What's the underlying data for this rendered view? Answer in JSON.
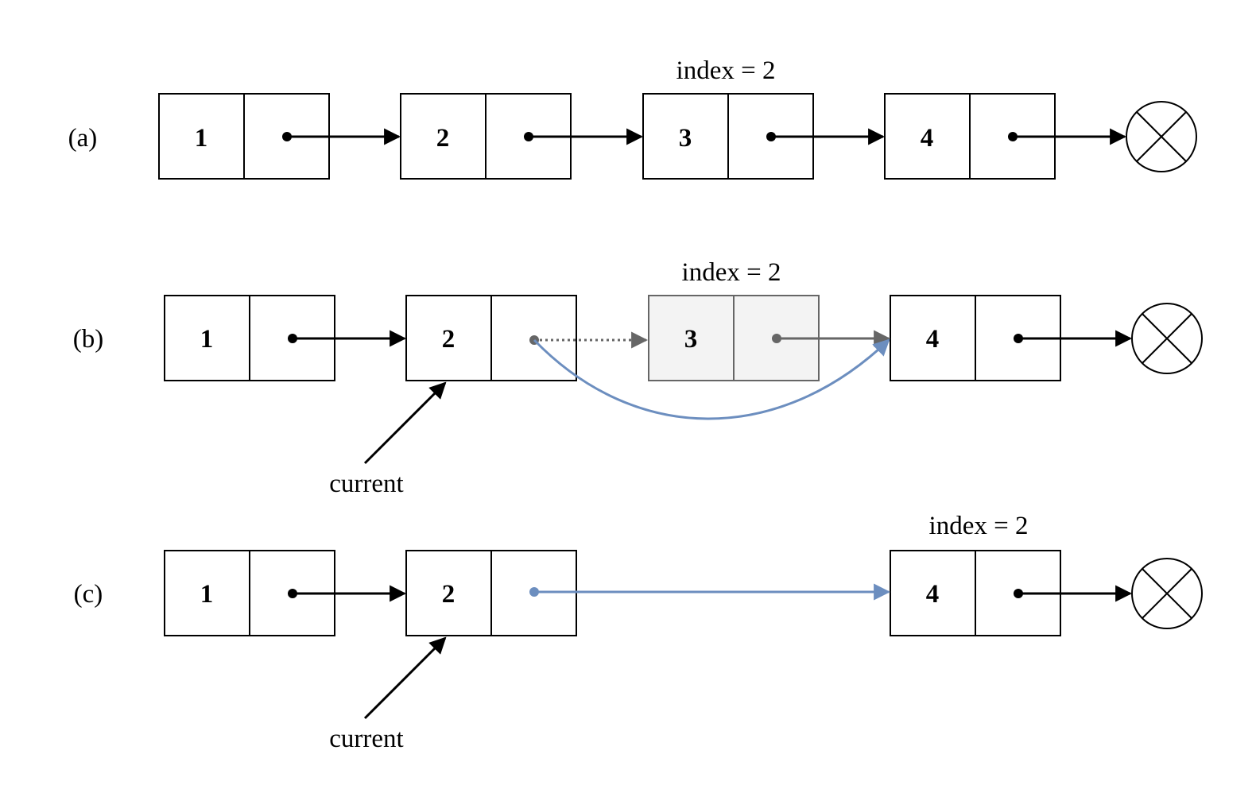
{
  "rows": {
    "a": {
      "label": "(a)",
      "index_label": "index = 2",
      "nodes": [
        "1",
        "2",
        "3",
        "4"
      ]
    },
    "b": {
      "label": "(b)",
      "index_label": "index = 2",
      "nodes": [
        "1",
        "2",
        "3",
        "4"
      ],
      "current_label": "current"
    },
    "c": {
      "label": "(c)",
      "index_label": "index = 2",
      "nodes": [
        "1",
        "2",
        "4"
      ],
      "current_label": "current"
    }
  },
  "colors": {
    "line": "#000000",
    "removed_node_fill": "#f3f3f3",
    "removed_link": "#666666",
    "new_link": "#6c8ebf"
  }
}
